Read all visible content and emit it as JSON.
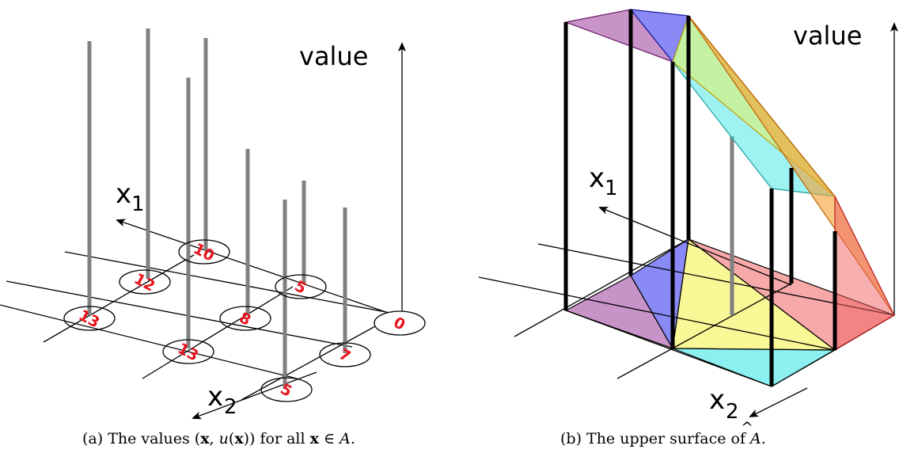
{
  "panel_a": {
    "value_label": "value",
    "x1_label": "x",
    "x1_sub": "1",
    "x2_label": "x",
    "x2_sub": "2",
    "node_values": [
      "10",
      "12",
      "5",
      "13",
      "8",
      "0",
      "13",
      "7",
      "5"
    ],
    "caption_prefix": "(a) The values (",
    "caption_x": "x",
    "caption_comma": ", ",
    "caption_u": "u",
    "caption_paren": "(",
    "caption_x2": "x",
    "caption_mid": ")) for all ",
    "caption_x3": "x",
    "caption_in": " ∈ ",
    "caption_A": "A",
    "caption_end": "."
  },
  "panel_b": {
    "value_label": "value",
    "x1_label": "x",
    "x1_sub": "1",
    "x2_label": "x",
    "x2_sub": "2",
    "caption_prefix": "(b) The upper surface of ",
    "caption_A": "A",
    "caption_hat": "^",
    "caption_end": "."
  },
  "colors": {
    "purple": "#9b3d9b",
    "blue": "#3c3cf0",
    "yellow": "#f5f040",
    "cyan": "#3fe6e6",
    "red": "#f06060",
    "orange": "#f5a030",
    "stem_gray": "#808080"
  }
}
